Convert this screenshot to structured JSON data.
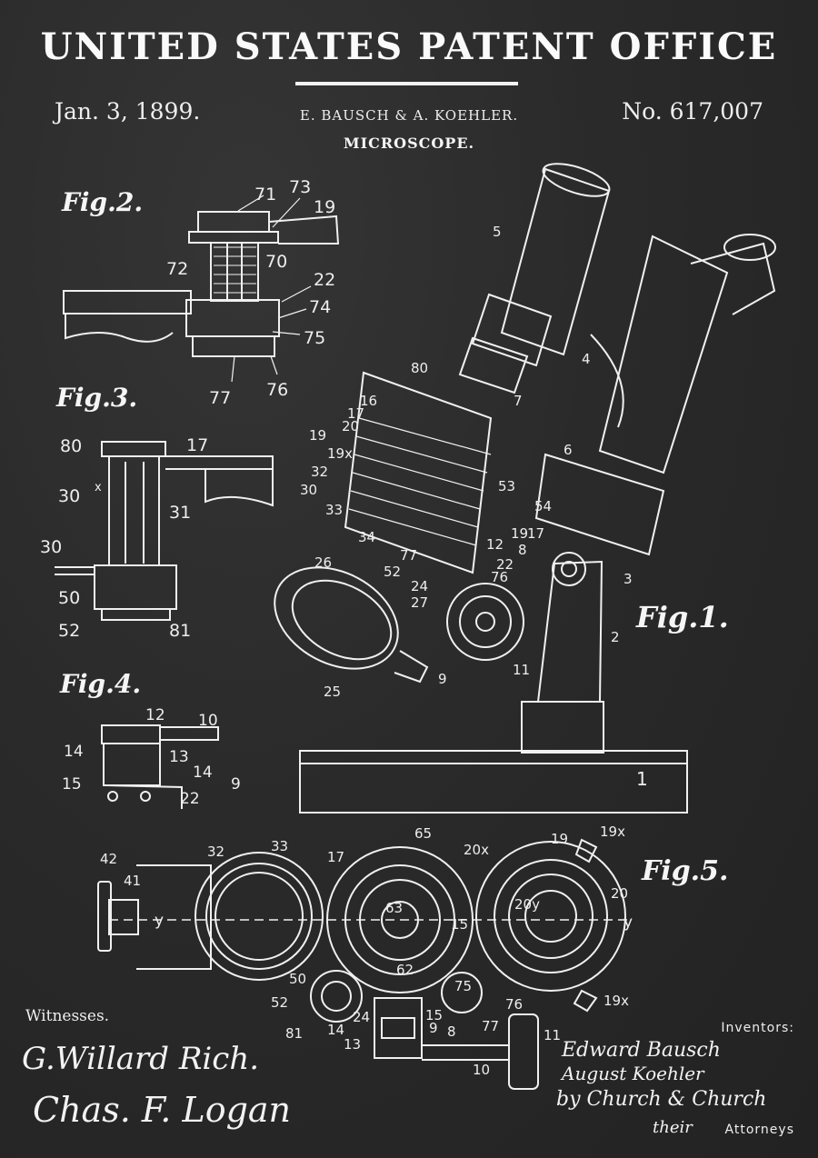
{
  "header": {
    "title": "UNITED STATES PATENT OFFICE",
    "date": "Jan. 3, 1899.",
    "inventors": "E. BAUSCH & A. KOEHLER.",
    "patent_number": "No. 617,007",
    "subject": "MICROSCOPE."
  },
  "figures": {
    "fig1": "Fig.1.",
    "fig2": "Fig.2.",
    "fig3": "Fig.3.",
    "fig4": "Fig.4.",
    "fig5": "Fig.5."
  },
  "callouts": {
    "fig1": [
      "1",
      "2",
      "3",
      "4",
      "5",
      "6",
      "7",
      "8",
      "9",
      "11",
      "12",
      "16",
      "17",
      "19",
      "19x",
      "20",
      "22",
      "24",
      "25",
      "26",
      "27",
      "30",
      "32",
      "33",
      "34",
      "52",
      "53",
      "54",
      "76",
      "77",
      "80"
    ],
    "fig2": [
      "19",
      "22",
      "70",
      "71",
      "72",
      "73",
      "74",
      "75",
      "76",
      "77"
    ],
    "fig3": [
      "17",
      "30",
      "30x",
      "31",
      "50",
      "52",
      "80",
      "81"
    ],
    "fig4": [
      "9",
      "10",
      "12",
      "13",
      "14",
      "15",
      "22"
    ],
    "fig5": [
      "8",
      "10",
      "11",
      "13",
      "14",
      "15",
      "17",
      "19",
      "19x",
      "20",
      "20x",
      "20y",
      "24",
      "32",
      "33",
      "41",
      "42",
      "50",
      "52",
      "62",
      "63",
      "65",
      "75",
      "76",
      "77",
      "81",
      "y"
    ]
  },
  "footer": {
    "witnesses_label": "Witnesses.",
    "witness_1": "G.Willard Rich.",
    "witness_2": "Chas. F. Logan",
    "inventors_label": "Inventors:",
    "inventor_1": "Edward Bausch",
    "inventor_2": "August Koehler",
    "attorney_sig": "by Church & Church",
    "their": "their",
    "attorneys_label": "Attorneys"
  },
  "colors": {
    "background": "#2a2a2a",
    "ink": "#f2f2f2"
  }
}
